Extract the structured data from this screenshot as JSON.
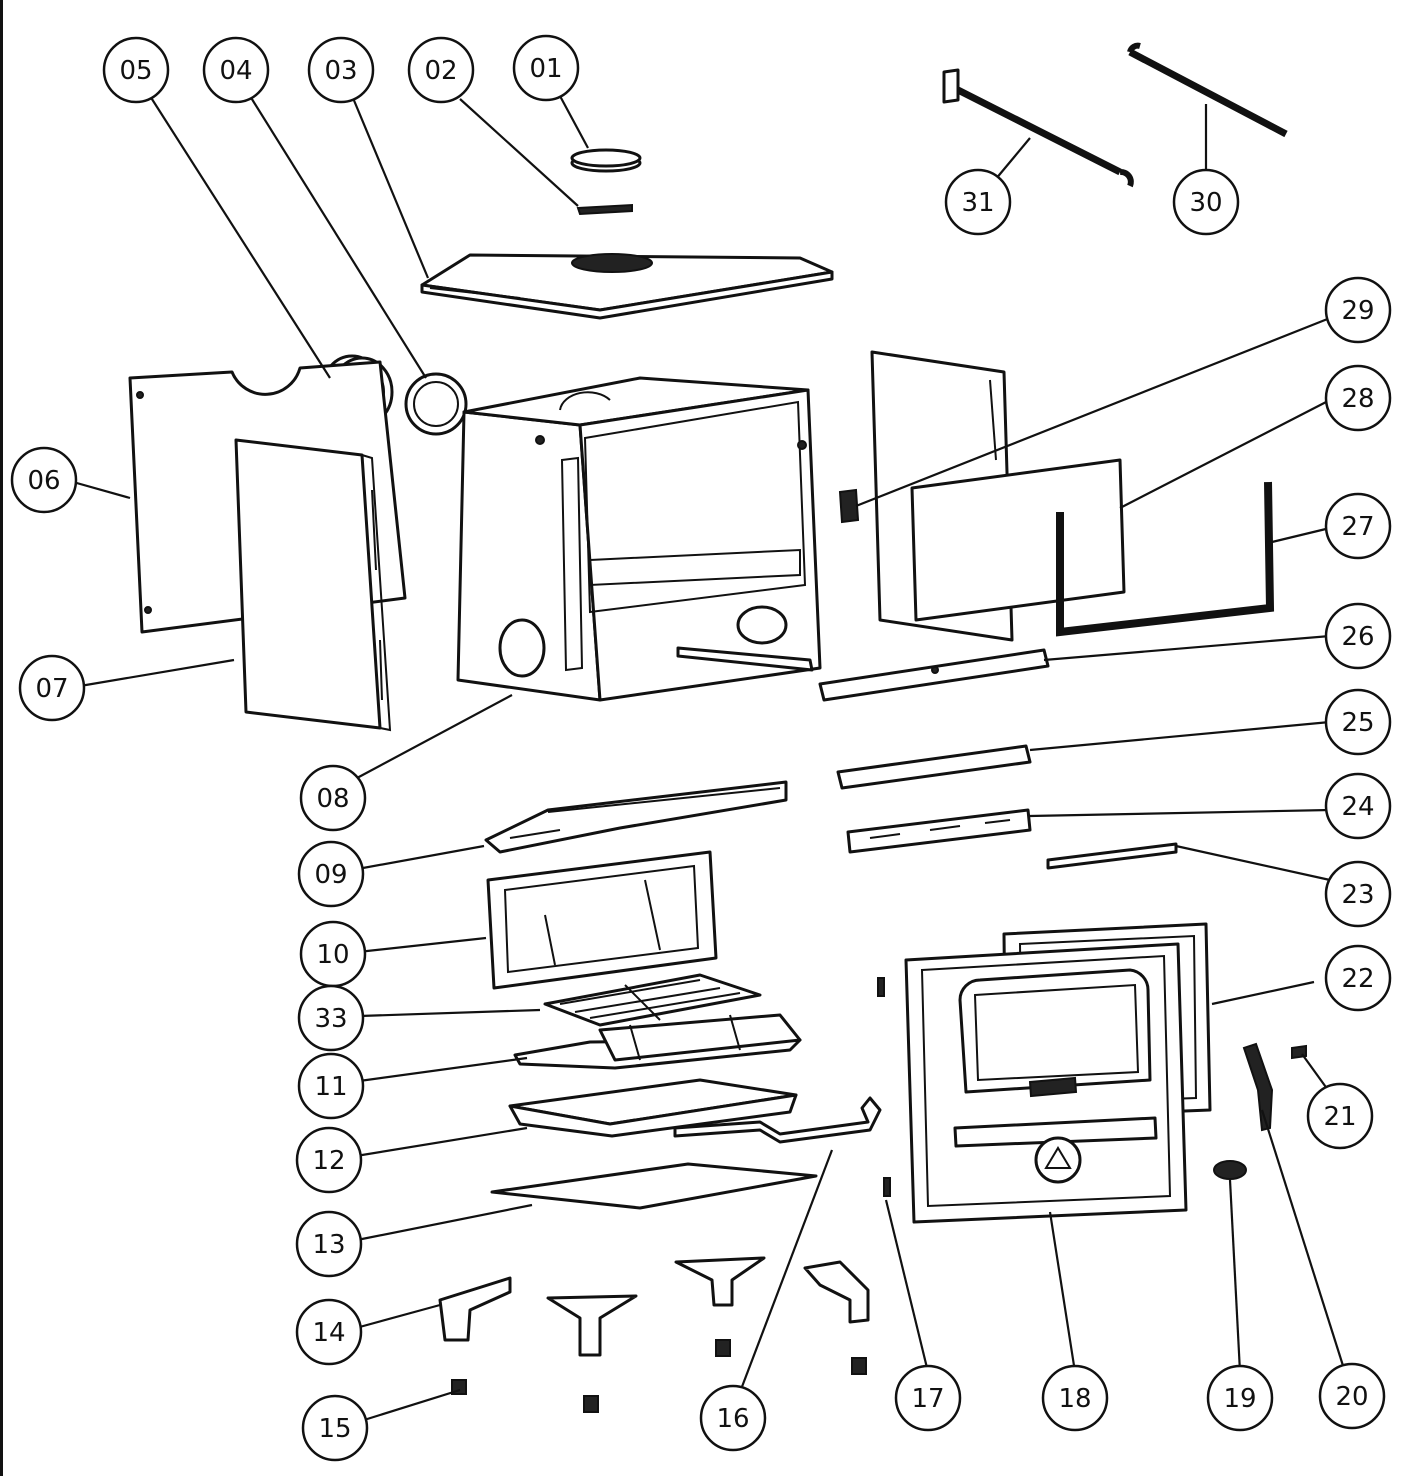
{
  "callouts": [
    {
      "id": "01",
      "label": "01"
    },
    {
      "id": "02",
      "label": "02"
    },
    {
      "id": "03",
      "label": "03"
    },
    {
      "id": "04",
      "label": "04"
    },
    {
      "id": "05",
      "label": "05"
    },
    {
      "id": "06",
      "label": "06"
    },
    {
      "id": "07",
      "label": "07"
    },
    {
      "id": "08",
      "label": "08"
    },
    {
      "id": "09",
      "label": "09"
    },
    {
      "id": "10",
      "label": "10"
    },
    {
      "id": "11",
      "label": "11"
    },
    {
      "id": "12",
      "label": "12"
    },
    {
      "id": "13",
      "label": "13"
    },
    {
      "id": "14",
      "label": "14"
    },
    {
      "id": "15",
      "label": "15"
    },
    {
      "id": "16",
      "label": "16"
    },
    {
      "id": "17",
      "label": "17"
    },
    {
      "id": "18",
      "label": "18"
    },
    {
      "id": "19",
      "label": "19"
    },
    {
      "id": "20",
      "label": "20"
    },
    {
      "id": "21",
      "label": "21"
    },
    {
      "id": "22",
      "label": "22"
    },
    {
      "id": "23",
      "label": "23"
    },
    {
      "id": "24",
      "label": "24"
    },
    {
      "id": "25",
      "label": "25"
    },
    {
      "id": "26",
      "label": "26"
    },
    {
      "id": "27",
      "label": "27"
    },
    {
      "id": "28",
      "label": "28"
    },
    {
      "id": "29",
      "label": "29"
    },
    {
      "id": "30",
      "label": "30"
    },
    {
      "id": "31",
      "label": "31"
    },
    {
      "id": "33",
      "label": "33"
    }
  ]
}
